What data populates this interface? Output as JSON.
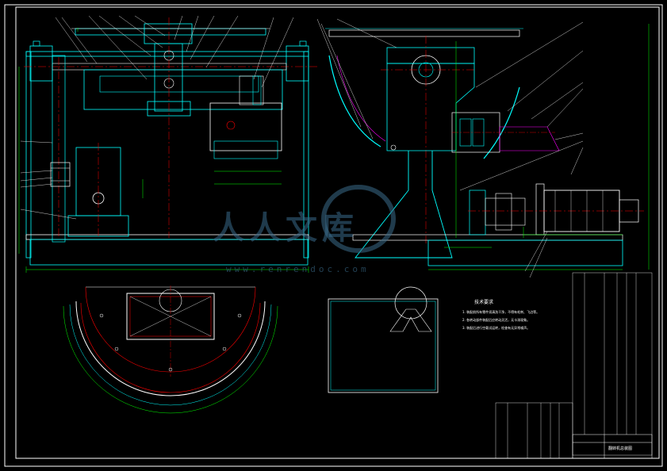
{
  "watermark": {
    "text": "人人文库",
    "url": "www.renrendoc.com"
  },
  "technical_requirements": {
    "title": "技术要求",
    "items": [
      "1. 装配前所有零件须清洗干净，不得有毛刺、飞边等。",
      "2. 各转动部件装配后应转动灵活，无卡滞现象。",
      "3. 装配后进行空载试运转，检查有无异常噪声。"
    ]
  },
  "title_block": {
    "drawing_title": "翻转机总装图",
    "drawing_code": ""
  },
  "colors": {
    "frame": "#ffffff",
    "outline": "#00ffff",
    "centerline": "#ff0000",
    "dimension": "#00ff00",
    "hatch": "#00cccc",
    "accent": "#ff00ff",
    "motor": "#ffffff",
    "watermark": "#3a6b8a"
  }
}
